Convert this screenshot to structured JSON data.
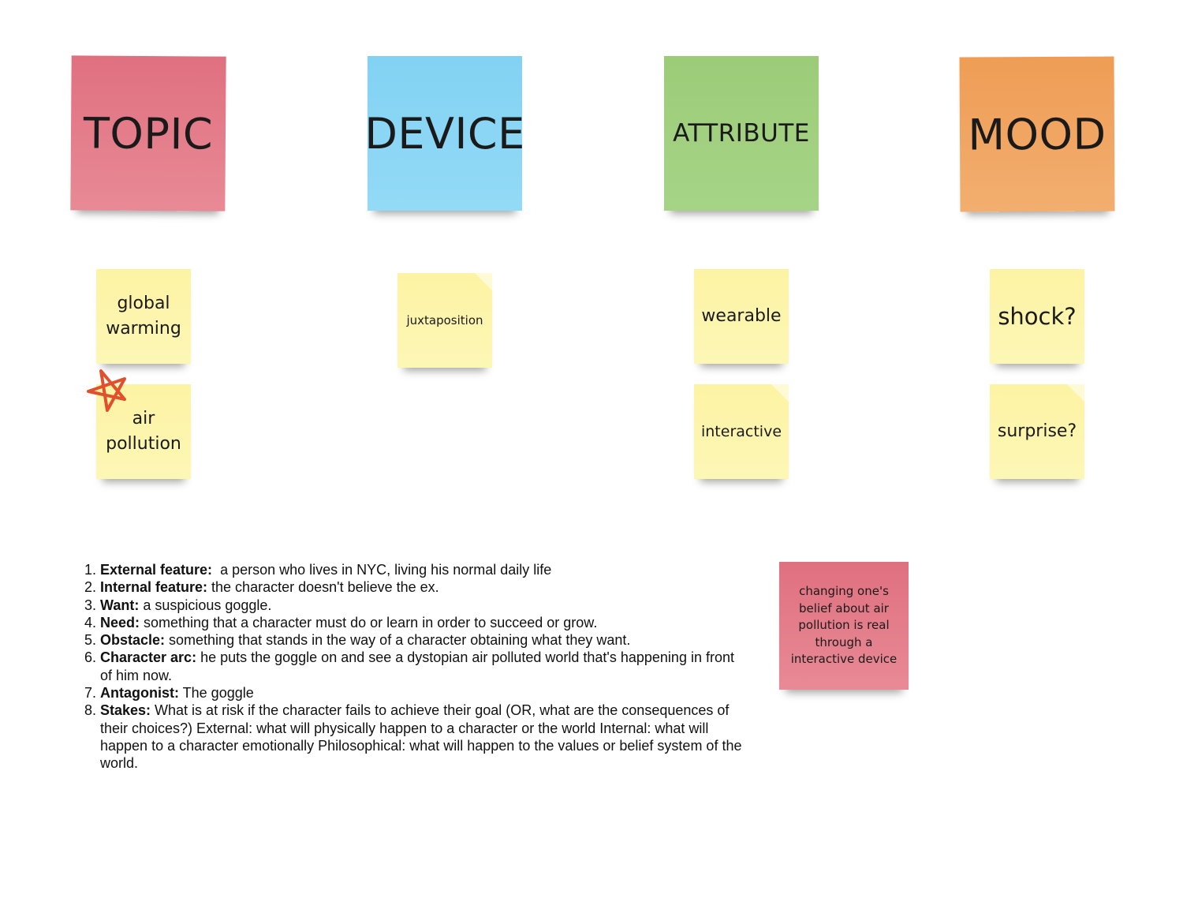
{
  "headers": [
    {
      "label": "TOPIC"
    },
    {
      "label": "DEVICE"
    },
    {
      "label": "ATTRIBUTE"
    },
    {
      "label": "MOOD"
    }
  ],
  "topic_notes": [
    "global warming",
    "air pollution"
  ],
  "device_notes": [
    "juxtaposition"
  ],
  "attribute_notes": [
    "wearable",
    "interactive"
  ],
  "mood_notes": [
    "shock?",
    "surprise?"
  ],
  "side_note": "changing one's belief about air pollution is real through a interactive device",
  "star_icon": "star-doodle-icon",
  "colors": {
    "pink": "#e47d8a",
    "blue": "#8ad6f5",
    "green": "#a1d07f",
    "orange": "#f0a562",
    "yellow": "#fdf5ad",
    "star": "#e0502c"
  },
  "story_items": [
    {
      "term": "External feature:",
      "text": "  a person who lives in NYC, living his normal daily life"
    },
    {
      "term": "Internal feature:",
      "text": " the character doesn't believe the ex."
    },
    {
      "term": "Want:",
      "text": " a suspicious goggle."
    },
    {
      "term": "Need:",
      "text": " something that a character must do or learn in order to succeed or grow."
    },
    {
      "term": "Obstacle:",
      "text": " something that stands in the way of a character obtaining what they want."
    },
    {
      "term": "Character arc:",
      "text": " he puts the goggle on and see a dystopian air polluted world that's happening in front of him now."
    },
    {
      "term": "Antagonist:",
      "text": " The goggle"
    },
    {
      "term": "Stakes:",
      "text": " What is at risk if the character fails to achieve their goal (OR, what are the consequences of their choices?) External: what will physically happen to a character or the world Internal: what will happen to a character emotionally Philosophical: what will happen to the values or belief system of the world."
    }
  ]
}
